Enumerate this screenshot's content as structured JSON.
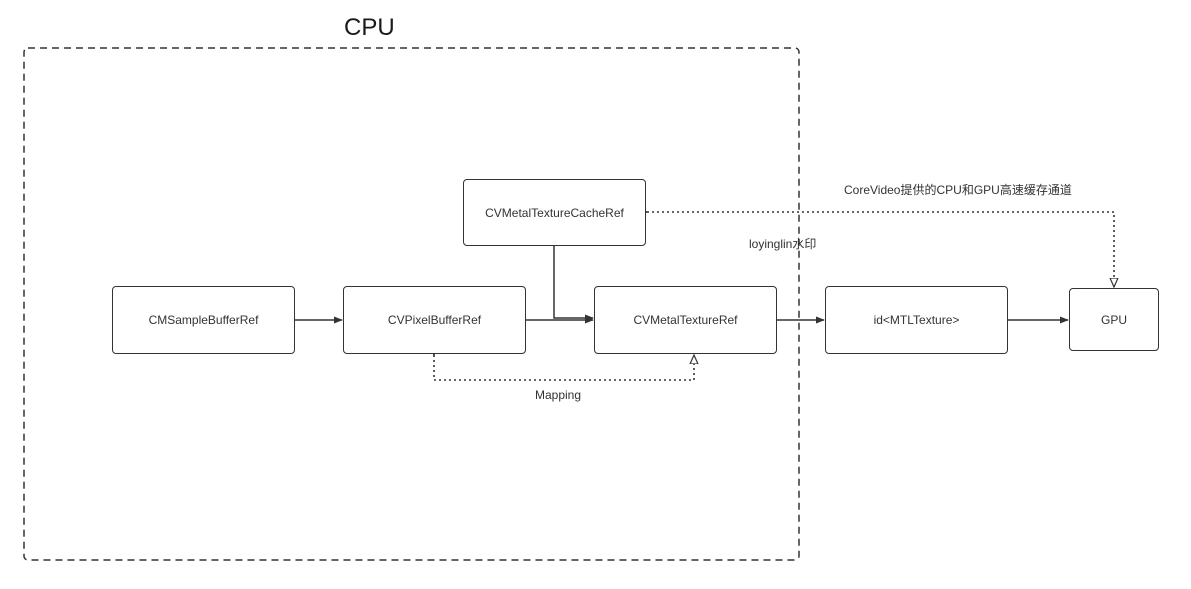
{
  "group": {
    "title": "CPU"
  },
  "nodes": {
    "cmsamplebuffer": "CMSampleBufferRef",
    "cvpixelbuffer": "CVPixelBufferRef",
    "cvmetaltexturecache": "CVMetalTextureCacheRef",
    "cvmetaltexture": "CVMetalTextureRef",
    "mtltexture": "id<MTLTexture>",
    "gpu": "GPU"
  },
  "labels": {
    "mapping": "Mapping",
    "channel": "CoreVideo提供的CPU和GPU高速缓存通道",
    "watermark": "loyinglin水印"
  },
  "colors": {
    "stroke": "#333333",
    "background": "#ffffff"
  }
}
